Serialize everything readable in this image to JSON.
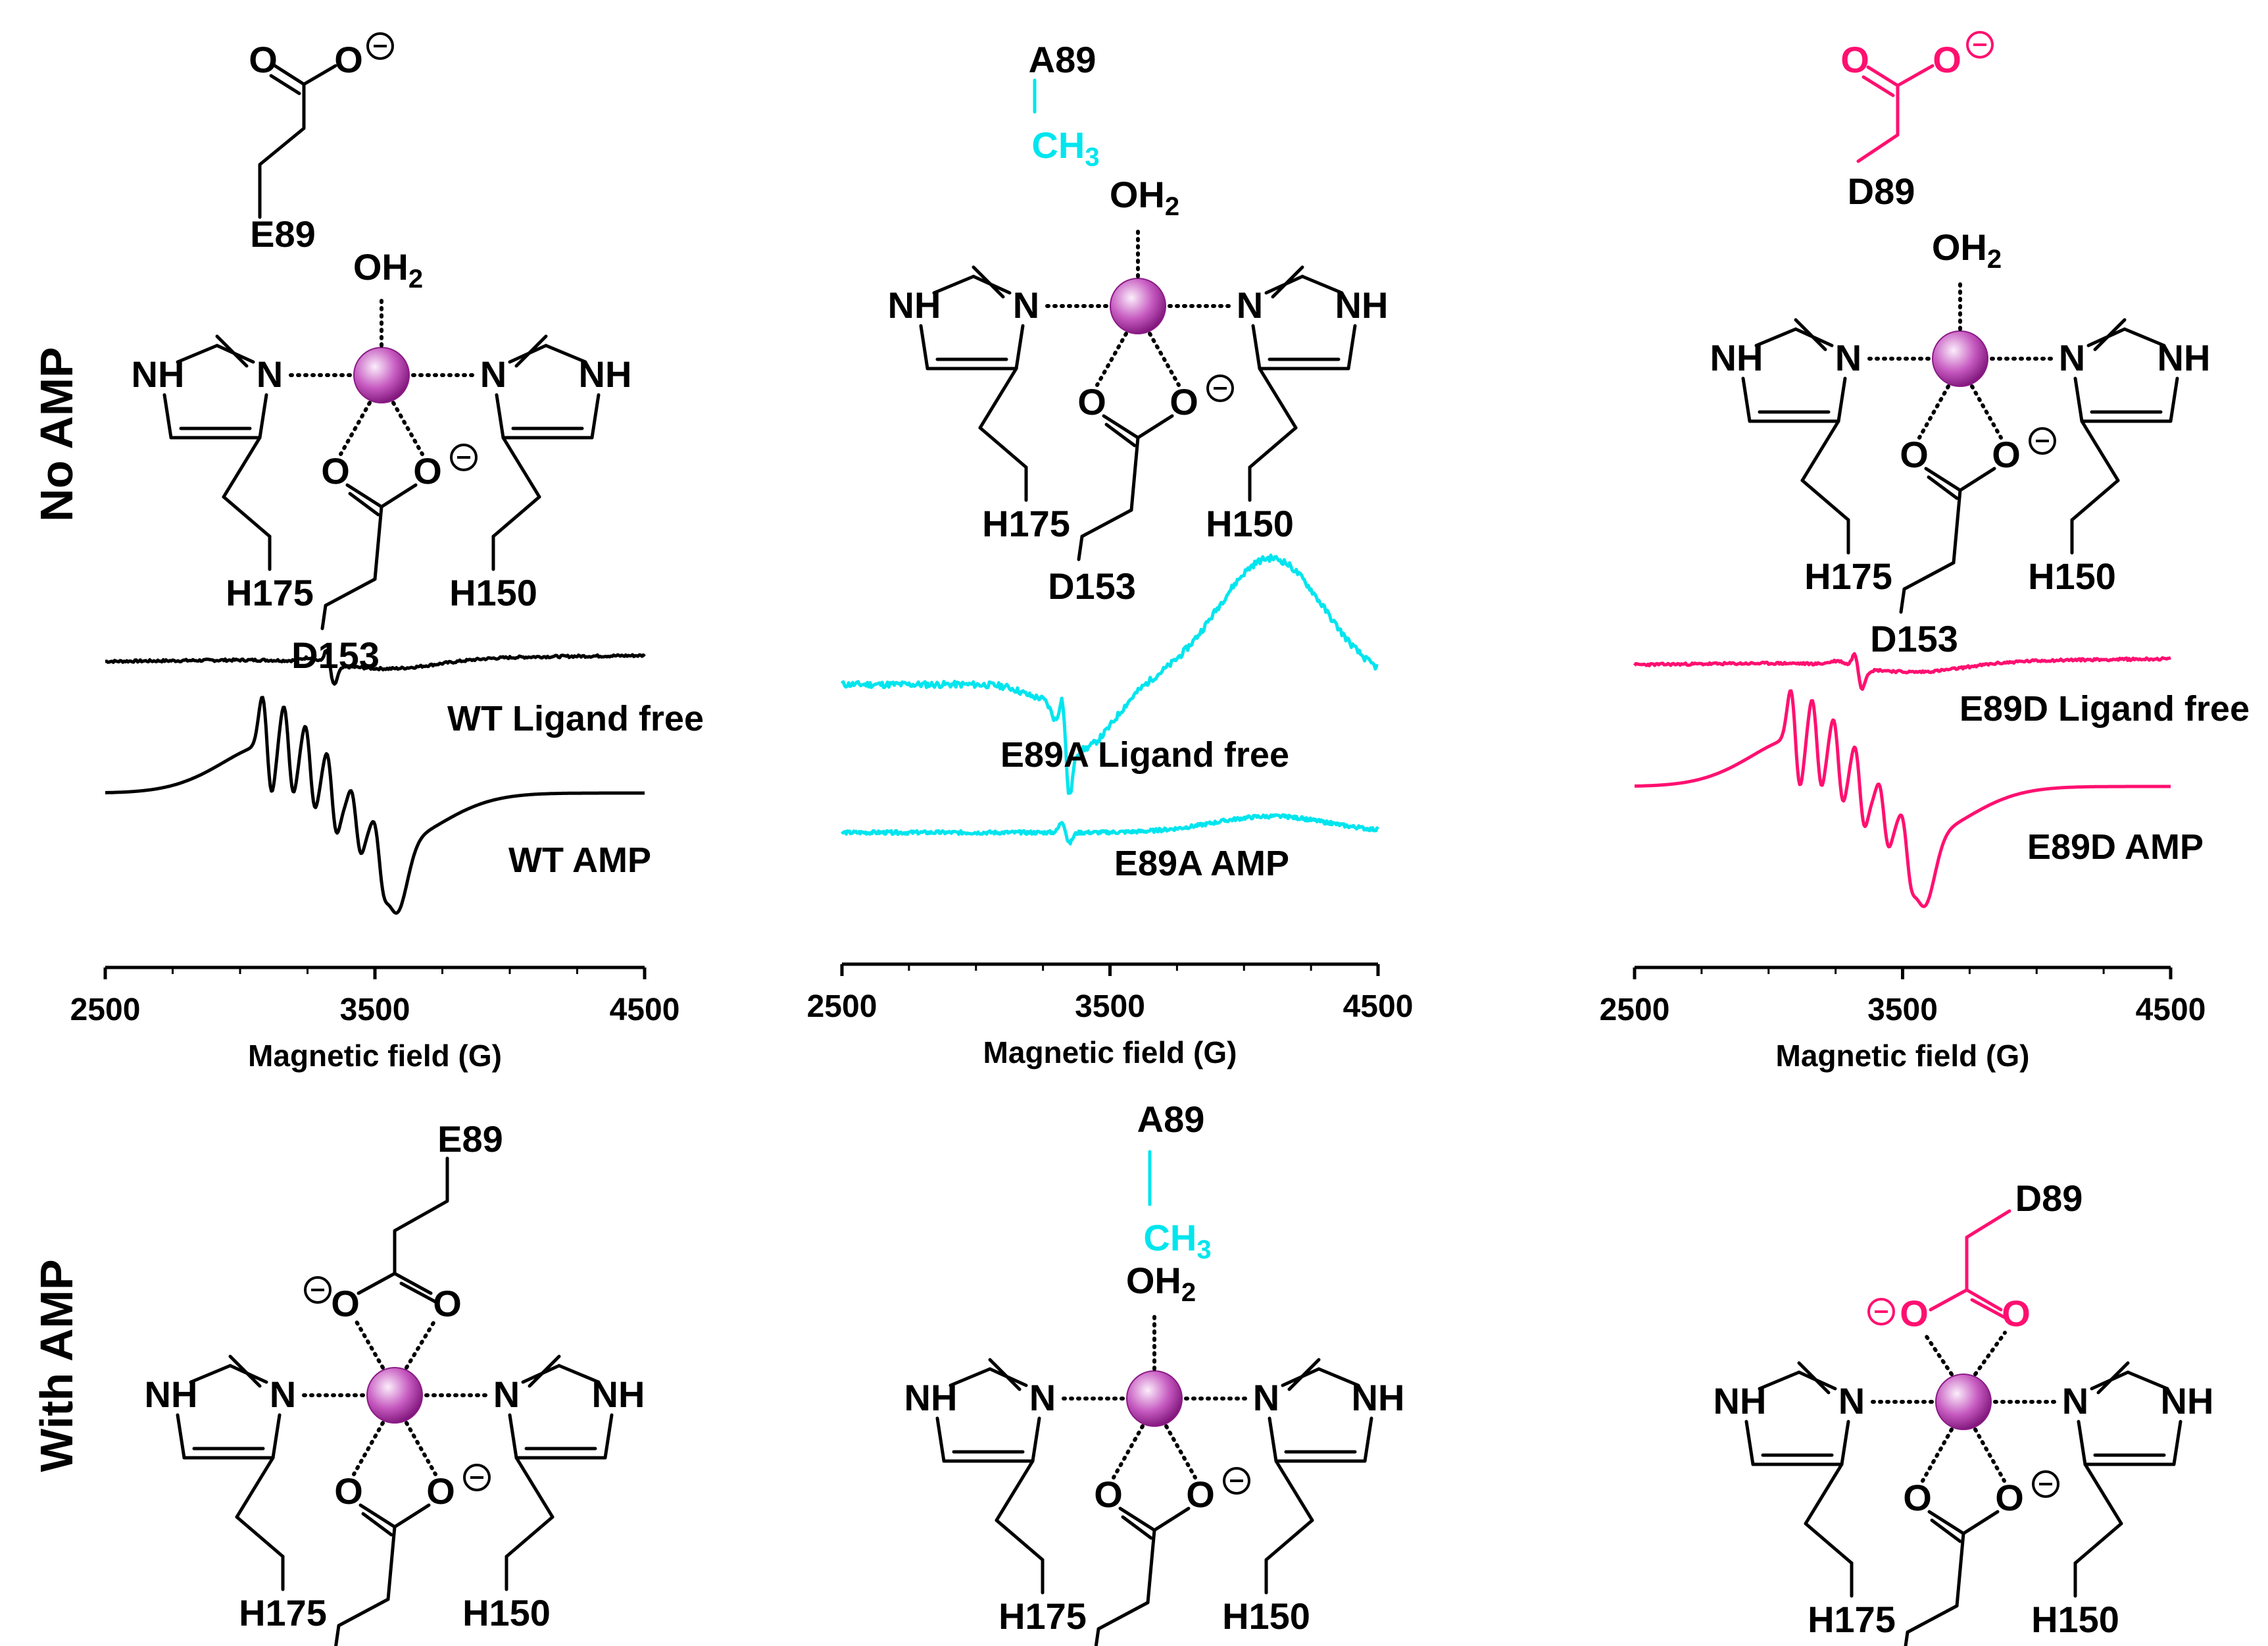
{
  "colors": {
    "wt": "#000000",
    "e89a": "#00e5ee",
    "e89d": "#ff1070",
    "metal_core": "#f3d2f2",
    "metal_edge": "#8b1a86"
  },
  "row_labels": {
    "top": "No AMP",
    "bottom": "With AMP"
  },
  "site_labels": {
    "h175": "H175",
    "h150": "H150",
    "d153": "D153",
    "nh": "NH",
    "n": "N",
    "o": "O",
    "oh2_main": "OH",
    "oh2_sub": "2",
    "ch3_main": "CH",
    "ch3_sub": "3",
    "minus": "−",
    "e89": "E89",
    "a89": "A89",
    "d89": "D89"
  },
  "panels": [
    {
      "id": "wt",
      "traces": [
        "WT Ligand free",
        "WT AMP"
      ]
    },
    {
      "id": "e89a",
      "traces": [
        "E89A Ligand free",
        "E89A AMP"
      ]
    },
    {
      "id": "e89d",
      "traces": [
        "E89D Ligand free",
        "E89D AMP"
      ]
    }
  ],
  "chart_data": [
    {
      "type": "line",
      "title": "",
      "xlabel": "Magnetic field (G)",
      "ylabel": "",
      "xlim": [
        2500,
        4500
      ],
      "xticks": [
        "2500",
        "3500",
        "4500"
      ],
      "series": [
        {
          "name": "WT Ligand free"
        },
        {
          "name": "WT AMP"
        }
      ]
    },
    {
      "type": "line",
      "title": "",
      "xlabel": "Magnetic field (G)",
      "ylabel": "",
      "xlim": [
        2500,
        4500
      ],
      "xticks": [
        "2500",
        "3500",
        "4500"
      ],
      "series": [
        {
          "name": "E89A Ligand free"
        },
        {
          "name": "E89A AMP"
        }
      ]
    },
    {
      "type": "line",
      "title": "",
      "xlabel": "Magnetic field (G)",
      "ylabel": "",
      "xlim": [
        2500,
        4500
      ],
      "xticks": [
        "2500",
        "3500",
        "4500"
      ],
      "series": [
        {
          "name": "E89D Ligand free"
        },
        {
          "name": "E89D AMP"
        }
      ]
    }
  ]
}
